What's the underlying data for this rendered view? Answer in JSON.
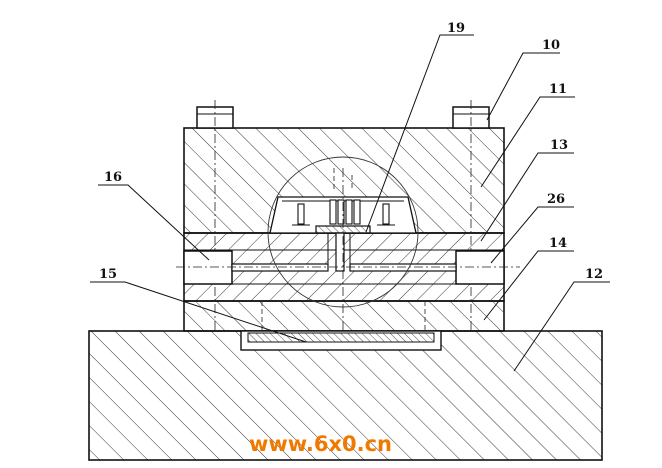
{
  "diagram": {
    "callouts": [
      {
        "id": "c19",
        "label": "19"
      },
      {
        "id": "c10",
        "label": "10"
      },
      {
        "id": "c11",
        "label": "11"
      },
      {
        "id": "c13",
        "label": "13"
      },
      {
        "id": "c16",
        "label": "16"
      },
      {
        "id": "c26",
        "label": "26"
      },
      {
        "id": "c14",
        "label": "14"
      },
      {
        "id": "c15",
        "label": "15"
      },
      {
        "id": "c12",
        "label": "12"
      }
    ],
    "watermark": "www.6x0.cn"
  },
  "colors": {
    "ink": "#111111",
    "watermark": "#f07a00",
    "background": "#ffffff"
  }
}
